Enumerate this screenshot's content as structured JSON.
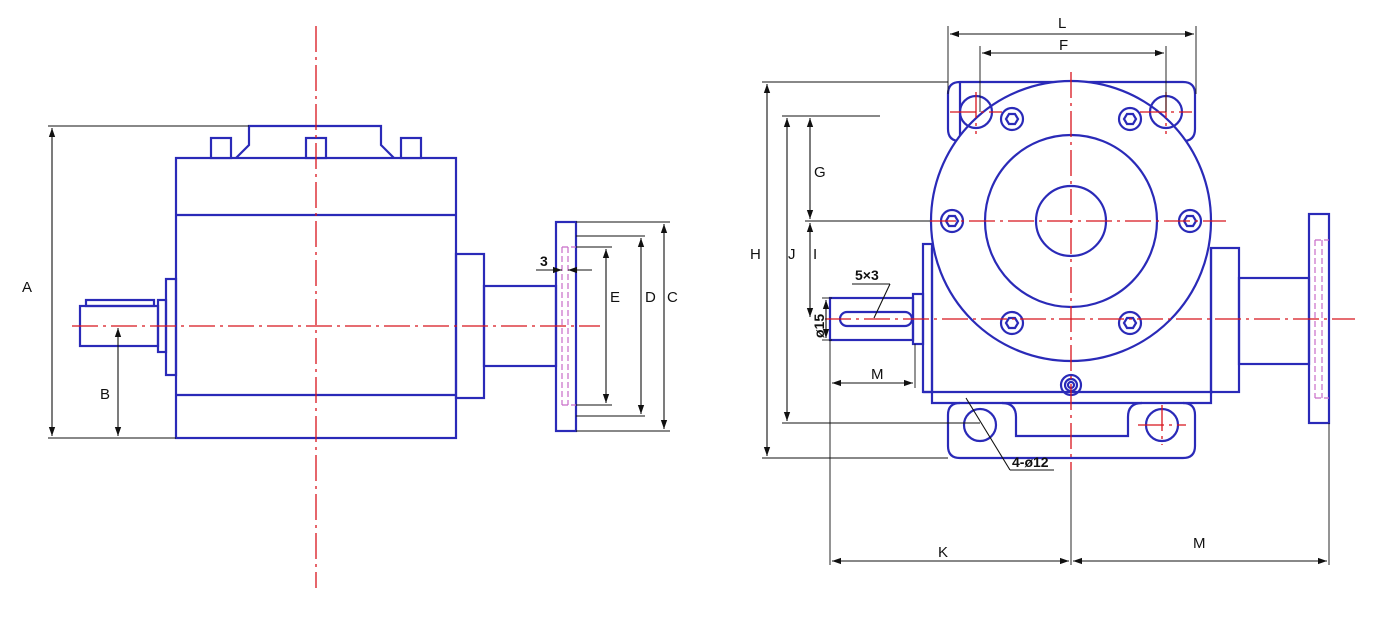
{
  "labels": {
    "A": "A",
    "B": "B",
    "C": "C",
    "D": "D",
    "E": "E",
    "three": "3",
    "L": "L",
    "F": "F",
    "G": "G",
    "H": "H",
    "J": "J",
    "I": "I",
    "key": "5×3",
    "shaft_dia": "ø15",
    "M_top": "M",
    "holes": "4-ø12",
    "K": "K",
    "M_bottom": "M"
  },
  "colors": {
    "outline": "#2a2ab8",
    "centerline": "#d8141c",
    "hidden": "#c86cc8",
    "dimension": "#111111"
  }
}
